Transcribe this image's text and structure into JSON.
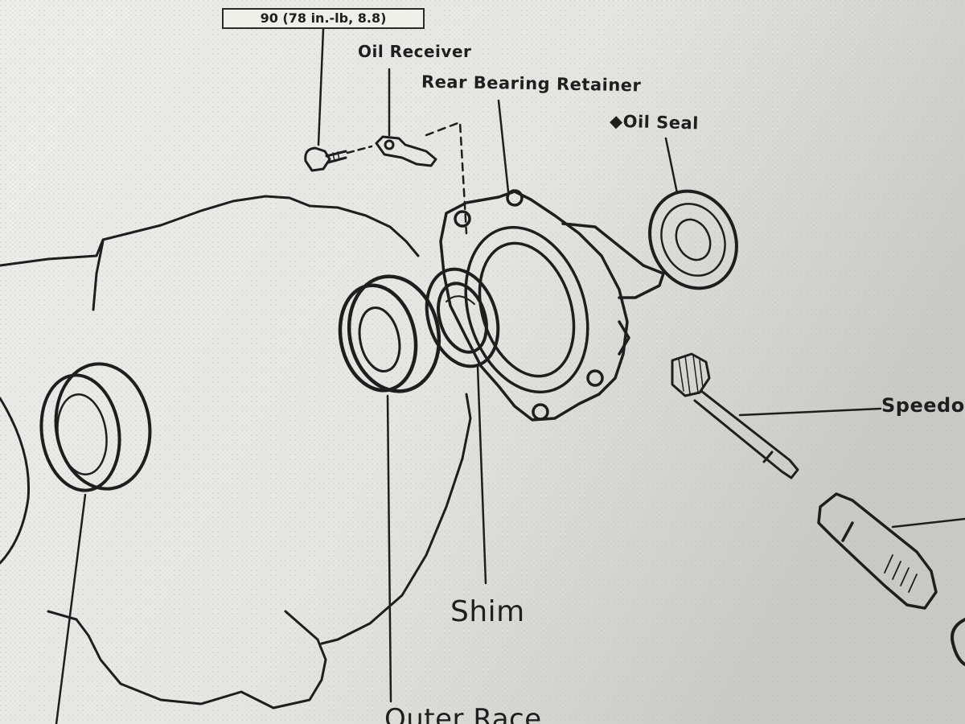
{
  "diagram": {
    "torque_spec": "90 (78 in.-lb, 8.8)",
    "labels": {
      "oil_receiver": "Oil Receiver",
      "rear_bearing_retainer": "Rear Bearing Retainer",
      "oil_seal": "◆Oil Seal",
      "speedometer": "Speedo",
      "shim": "Shim",
      "outer_race": "Outer Race"
    }
  }
}
